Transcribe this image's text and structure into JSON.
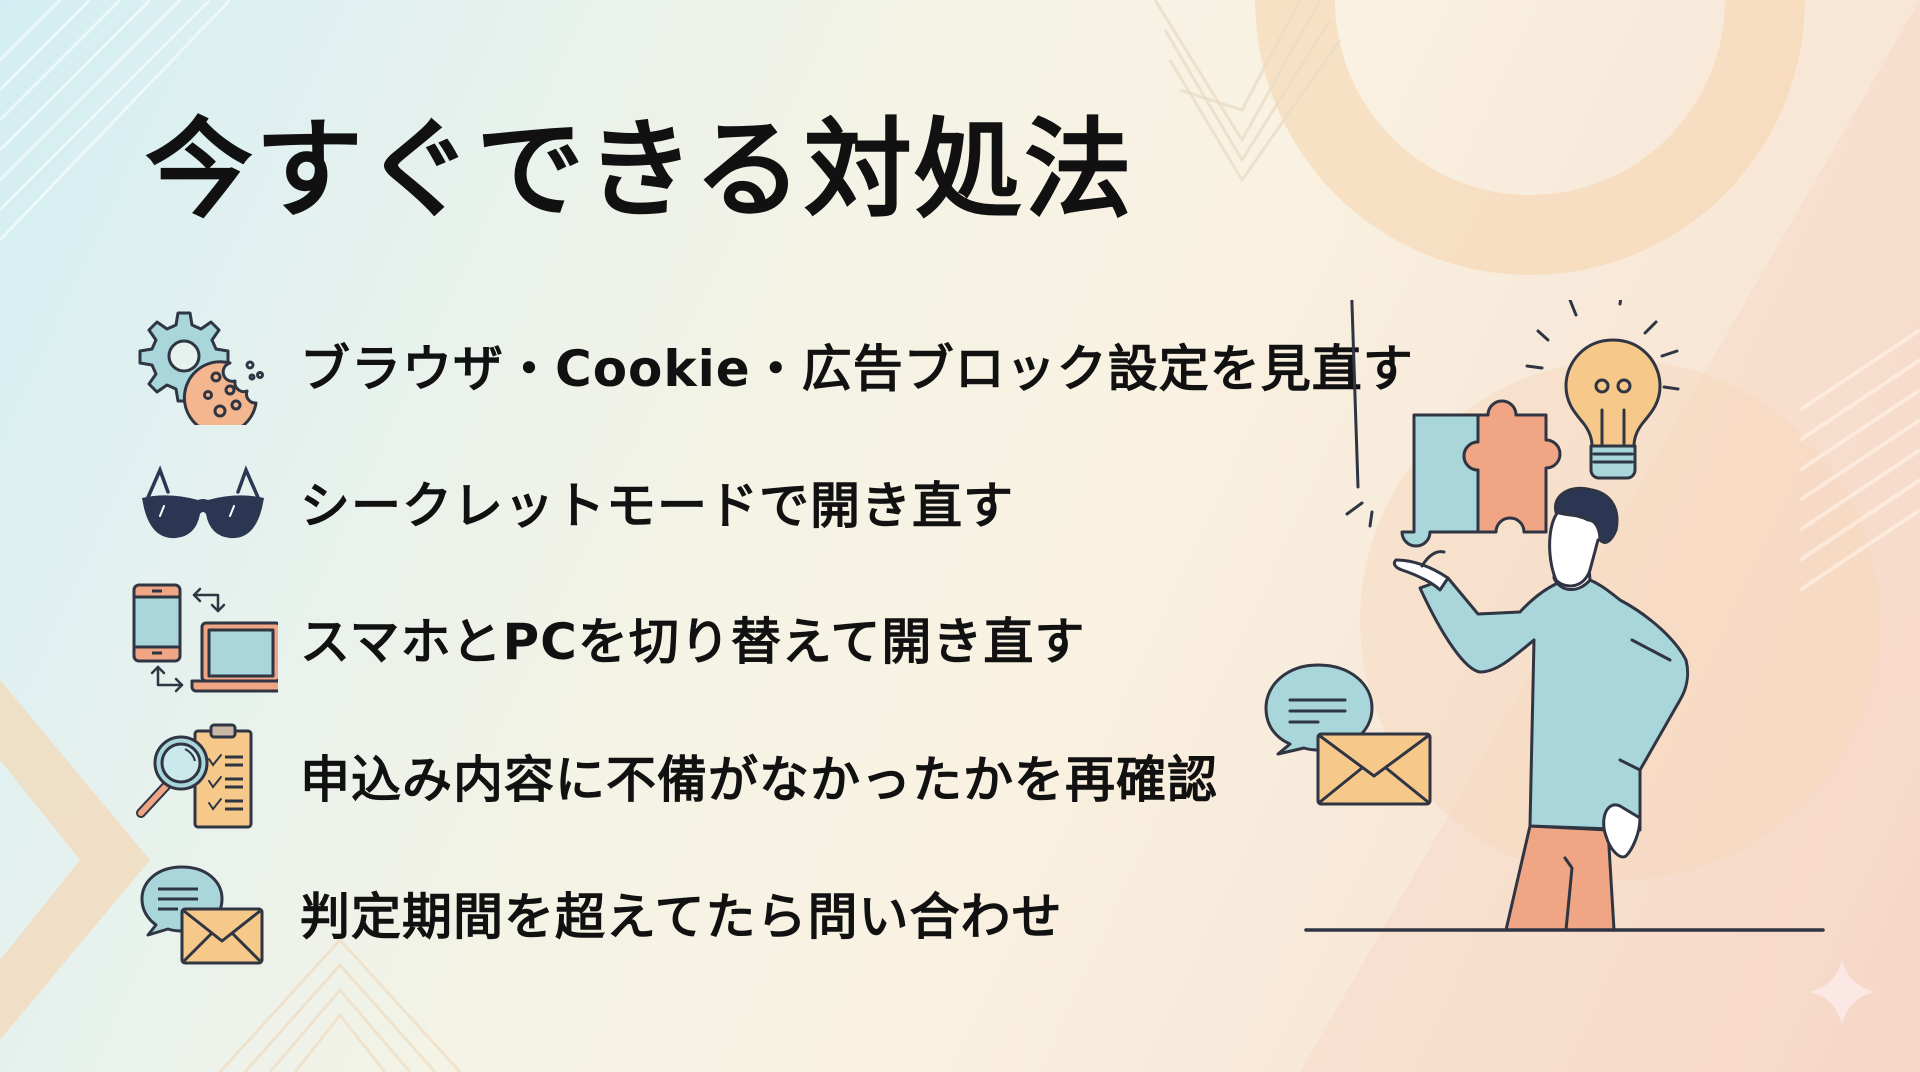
{
  "slide": {
    "title": "今すぐできる対処法",
    "tips": [
      {
        "icon": "gear-cookie-icon",
        "text": "ブラウザ・Cookie・広告ブロック設定を見直す"
      },
      {
        "icon": "sunglasses-icon",
        "text": "シークレットモードで開き直す"
      },
      {
        "icon": "phone-laptop-switch-icon",
        "text": "スマホとPCを切り替えて開き直す"
      },
      {
        "icon": "magnifier-checklist-icon",
        "text": "申込み内容に不備がなかったかを再確認"
      },
      {
        "icon": "chat-mail-icon",
        "text": "判定期間を超えてたら問い合わせ"
      }
    ],
    "illustration": {
      "elements": [
        "person-presenting",
        "puzzle-pieces",
        "lightbulb",
        "chat-bubble",
        "envelope"
      ]
    }
  },
  "colors": {
    "text": "#111111",
    "outline": "#2f3542",
    "teal": "#a9d6da",
    "salmon": "#f0a684",
    "peach": "#f6c98a",
    "navy": "#2b3752",
    "bg_left": "#d3eef2",
    "bg_right": "#f6d9cc"
  }
}
